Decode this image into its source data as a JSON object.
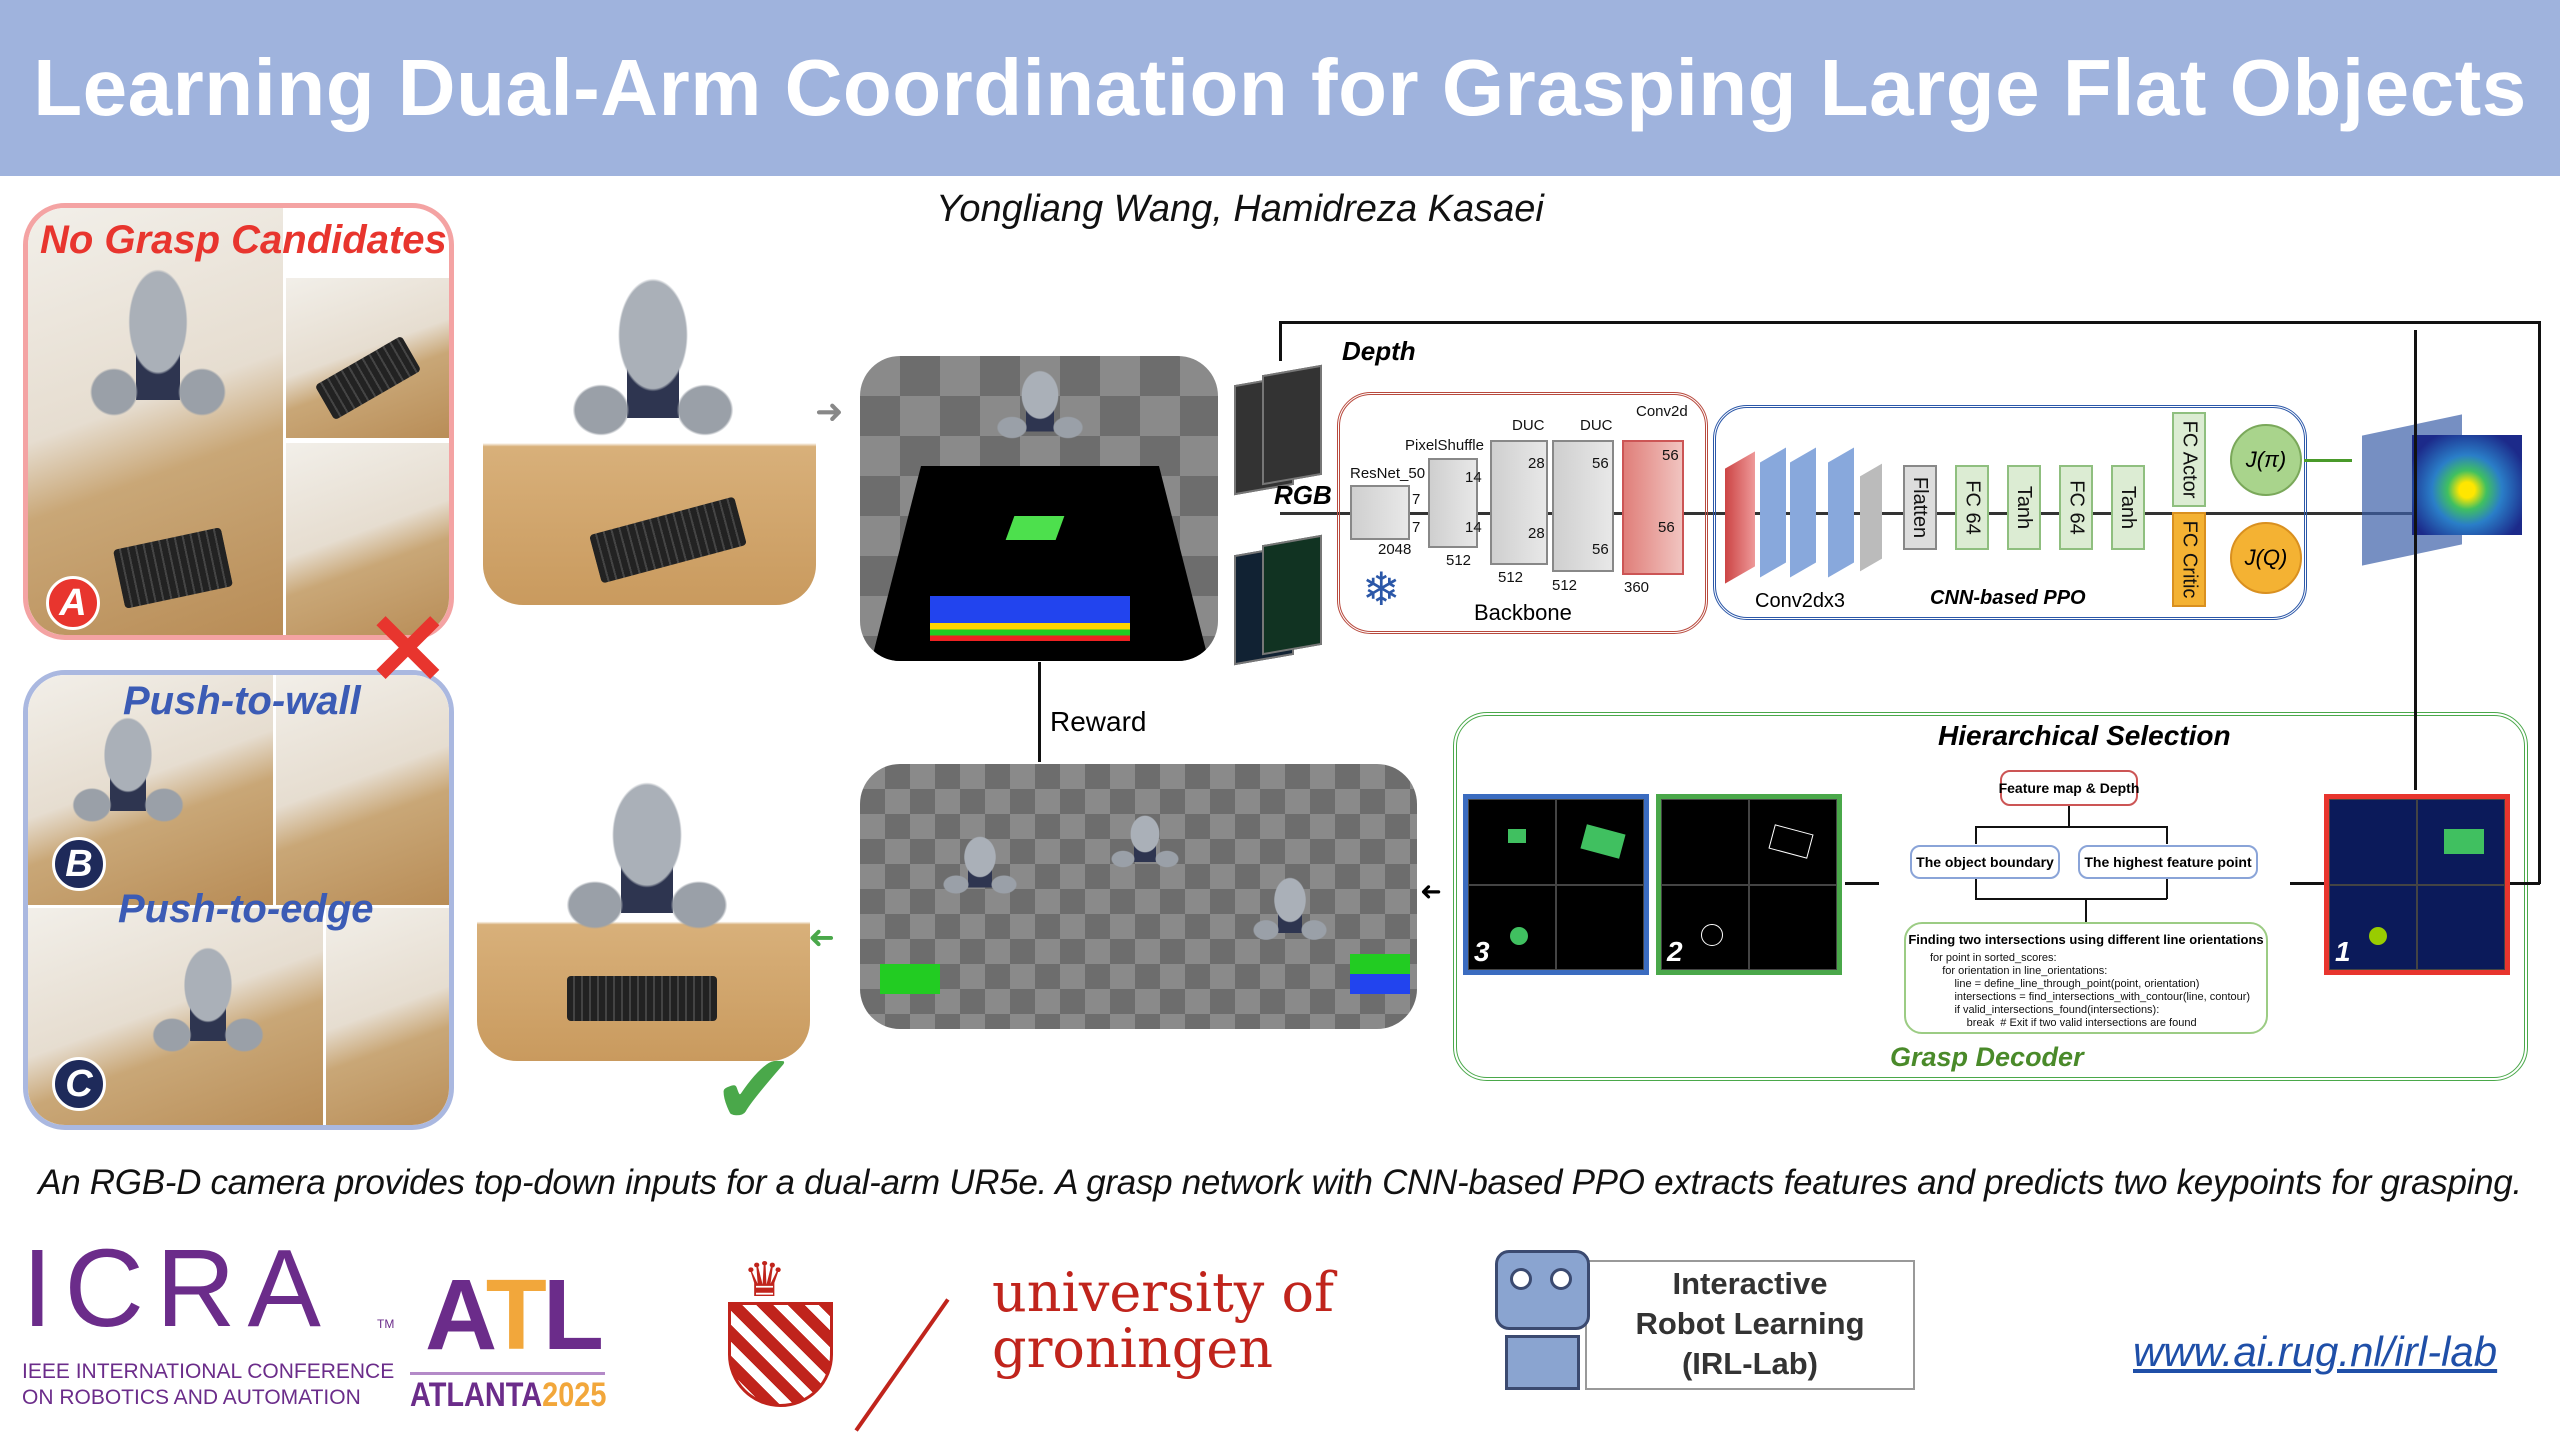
{
  "title": "Learning Dual-Arm Coordination for Grasping Large Flat Objects",
  "authors": "Yongliang Wang, Hamidreza Kasaei",
  "left_panels": {
    "no_grasp": "No Grasp Candidates",
    "push_wall": "Push-to-wall",
    "push_edge": "Push-to-edge",
    "badges": [
      "A",
      "B",
      "C"
    ]
  },
  "flow": {
    "reward": "Reward",
    "depth": "Depth",
    "rgb": "RGB"
  },
  "backbone": {
    "label": "Backbone",
    "layers": [
      "ResNet_50",
      "PixelShuffle",
      "DUC",
      "DUC",
      "Conv2d"
    ],
    "dims": [
      "7",
      "7",
      "14",
      "14",
      "28",
      "28",
      "56",
      "56",
      "56",
      "56"
    ],
    "channels": [
      "2048",
      "512",
      "512",
      "512",
      "360"
    ]
  },
  "ppo": {
    "label": "CNN-based PPO",
    "conv": "Conv2dx3",
    "blocks": [
      "Flatten",
      "FC 64",
      "Tanh",
      "FC 64",
      "Tanh"
    ],
    "actor": "FC Actor",
    "critic": "FC Critic",
    "j_pi": "J(π)",
    "j_q": "J(Q)"
  },
  "hierarchical": {
    "title": "Hierarchical Selection",
    "decoder": "Grasp Decoder",
    "panel_numbers": [
      "1",
      "2",
      "3"
    ],
    "flowchart": {
      "top": "Feature map & Depth",
      "left": "The object boundary",
      "right": "The highest feature point",
      "bottom_title": "Finding two intersections using different line orientations",
      "code": [
        "for point in sorted_scores:",
        "    for orientation in line_orientations:",
        "        line = define_line_through_point(point, orientation)",
        "        intersections = find_intersections_with_contour(line, contour)",
        "        if valid_intersections_found(intersections):",
        "            break  # Exit if two valid intersections are found"
      ]
    }
  },
  "caption": "An RGB-D camera provides top-down inputs for a dual-arm UR5e. A grasp network with CNN-based PPO extracts features and predicts two keypoints for grasping.",
  "logos": {
    "icra": "ICRA",
    "icra_tm": "TM",
    "icra_sub1": "IEEE INTERNATIONAL CONFERENCE",
    "icra_sub2": "ON ROBOTICS AND AUTOMATION",
    "atlanta": "ATLANTA",
    "year": "2025",
    "rug1": "university of",
    "rug2": "groningen",
    "irl1": "Interactive",
    "irl2": "Robot Learning",
    "irl3": "(IRL-Lab)"
  },
  "url": "www.ai.rug.nl/irl-lab",
  "colors": {
    "title_bg": "#9fb3dd",
    "red": "#e8352e",
    "blue": "#3b5bb5",
    "green": "#4aa84a",
    "rug_red": "#c0241c",
    "icra_purple": "#6b2c8a",
    "icra_orange": "#f2a73b"
  }
}
